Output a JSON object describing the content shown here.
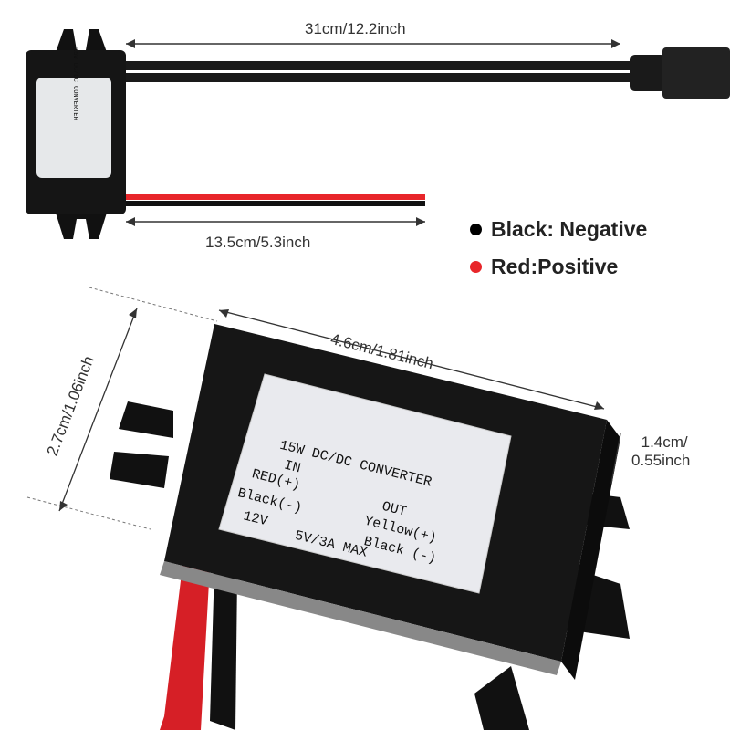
{
  "dimensions": {
    "usb_cable_length": "31cm/12.2inch",
    "input_wire_length": "13.5cm/5.3inch",
    "length": "4.6cm/1.81inch",
    "width": "2.7cm/1.06inch",
    "height_line1": "1.4cm/",
    "height_line2": "0.55inch"
  },
  "legend": {
    "black": "Black: Negative",
    "red": "Red:Positive",
    "black_color": "#000000",
    "red_color": "#e8262a"
  },
  "label": {
    "title": "15W DC/DC CONVERTER",
    "in": "IN",
    "out": "OUT",
    "red_pos": "RED(+)",
    "black_neg_in": "Black(-)",
    "yellow_pos": "Yellow(+)",
    "black_neg_out": "Black (-)",
    "input_voltage": "12V",
    "output_rating": "5V/3A  MAX"
  }
}
